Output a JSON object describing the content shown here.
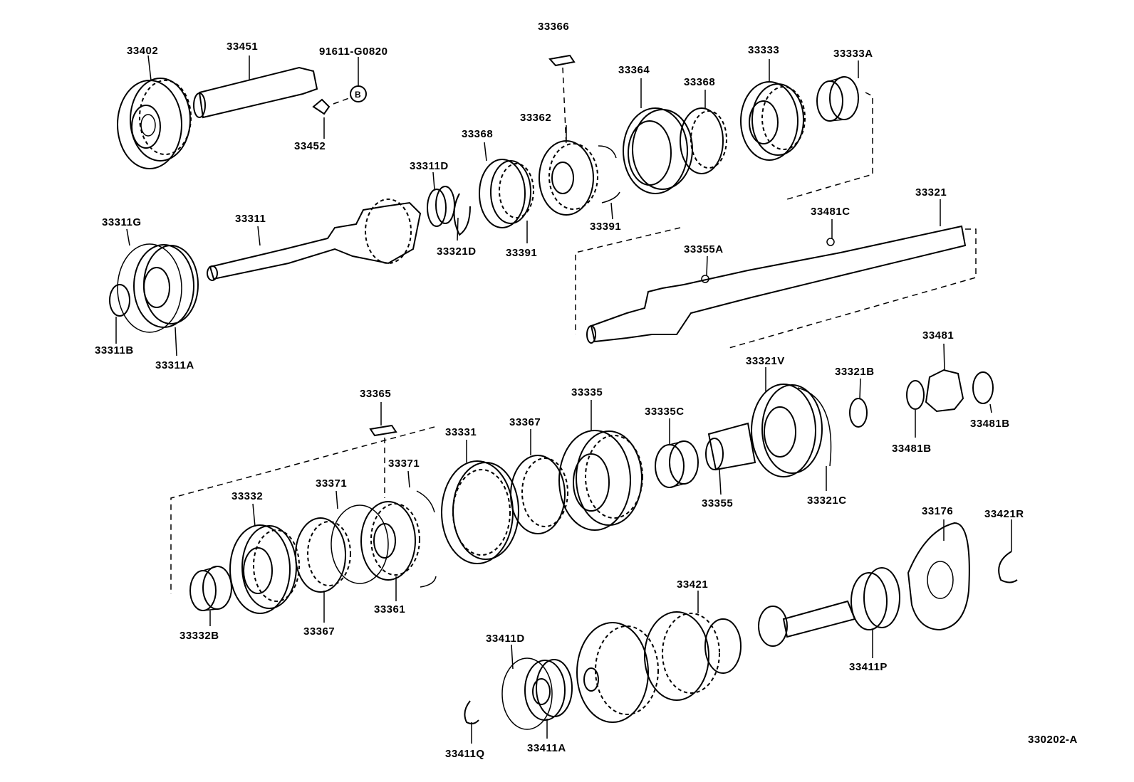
{
  "labels": {
    "l33402": "33402",
    "l33451": "33451",
    "l91611": "91611-G0820",
    "lB": "B",
    "l33452": "33452",
    "l33366": "33366",
    "l33364": "33364",
    "l33368a": "33368",
    "l33333": "33333",
    "l33333A": "33333A",
    "l33362": "33362",
    "l33368b": "33368",
    "l33311D": "33311D",
    "l33311G": "33311G",
    "l33311": "33311",
    "l33321D": "33321D",
    "l33391a": "33391",
    "l33391b": "33391",
    "l33321": "33321",
    "l33481C": "33481C",
    "l33355A": "33355A",
    "l33311B": "33311B",
    "l33311A": "33311A",
    "l33365": "33365",
    "l33335": "33335",
    "l33321V": "33321V",
    "l33321B": "33321B",
    "l33481": "33481",
    "l33335C": "33335C",
    "l33331": "33331",
    "l33367a": "33367",
    "l33371a": "33371",
    "l33371b": "33371",
    "l33332": "33332",
    "l33355": "33355",
    "l33321C": "33321C",
    "l33481Ba": "33481B",
    "l33481Bb": "33481B",
    "l33176": "33176",
    "l33421R": "33421R",
    "l33421": "33421",
    "l33361": "33361",
    "l33367b": "33367",
    "l33332B": "33332B",
    "l33411D": "33411D",
    "l33411P": "33411P",
    "l33411Q": "33411Q",
    "l33411A": "33411A",
    "code": "330202-A"
  }
}
